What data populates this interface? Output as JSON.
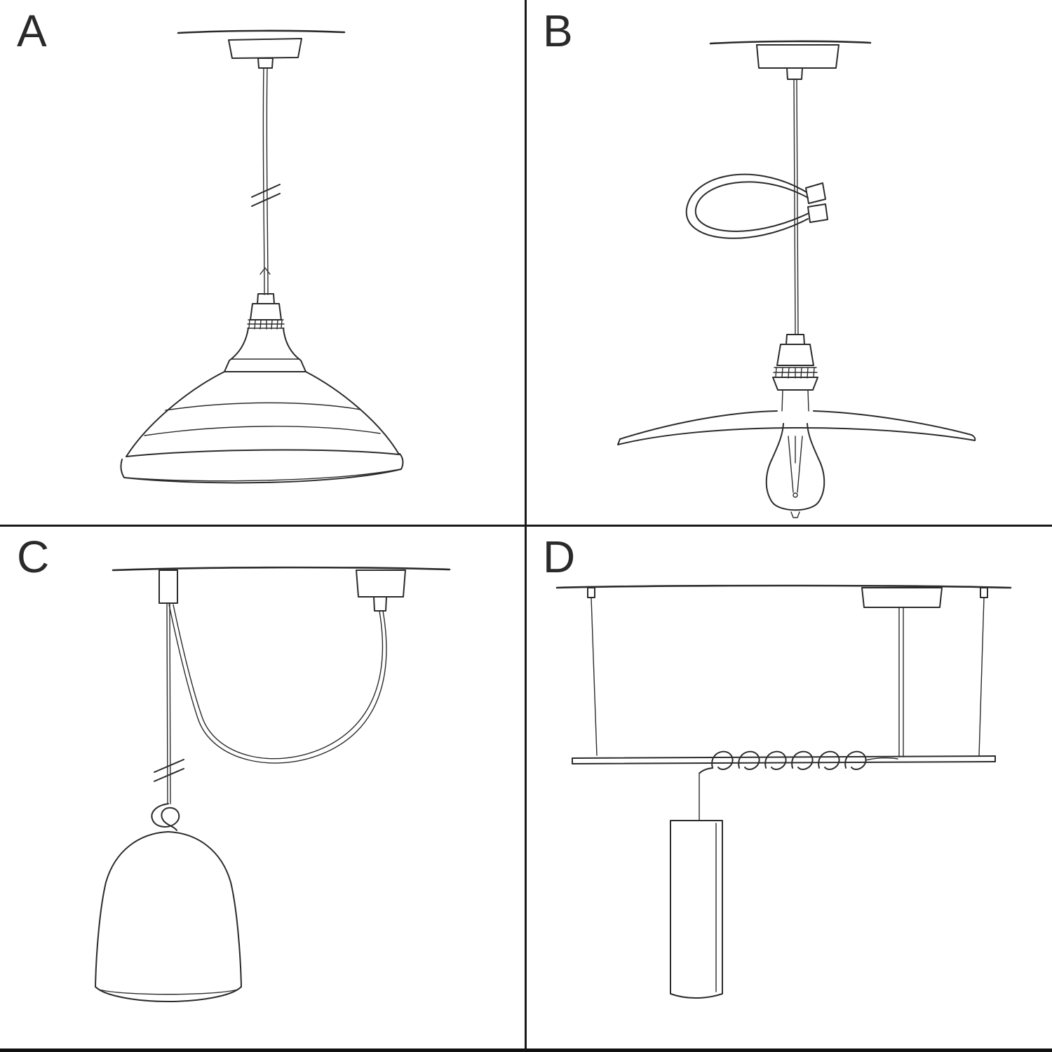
{
  "page": {
    "background": "#ffffff",
    "line_color": "#2b2b2b",
    "divider_color": "#1a1a1a"
  },
  "panels": [
    {
      "label": "A",
      "alt": "pendant-cable-with-industrial-bowl-shade"
    },
    {
      "label": "B",
      "alt": "pendant-with-cable-hook-flat-plate-shade-and-exposed-bulb"
    },
    {
      "label": "C",
      "alt": "swag-pendant-over-hook-with-knot-and-bell-shade"
    },
    {
      "label": "D",
      "alt": "suspended-bar-with-coiled-cable-and-tube-shade"
    }
  ]
}
